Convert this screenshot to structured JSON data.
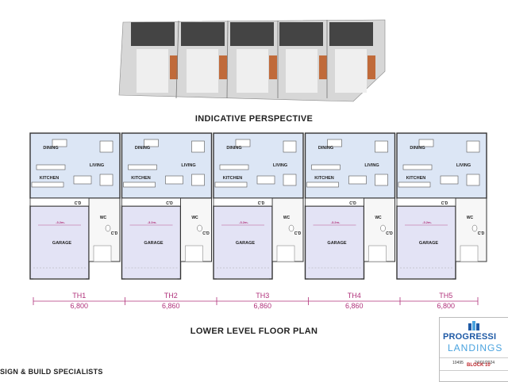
{
  "perspective_heading": "INDICATIVE PERSPECTIVE",
  "plan_heading": "LOWER LEVEL FLOOR PLAN",
  "footer_text": "SIGN & BUILD SPECIALISTS",
  "room_labels": {
    "dining": "DINING",
    "living": "LIVING",
    "kitchen": "KITCHEN",
    "garage": "GARAGE",
    "cd": "C'D",
    "wc": "WC",
    "lobby_dim": "-3.2m-"
  },
  "units": [
    {
      "name": "TH1",
      "width": "6,800"
    },
    {
      "name": "TH2",
      "width": "6,860"
    },
    {
      "name": "TH3",
      "width": "6,860"
    },
    {
      "name": "TH4",
      "width": "6,860"
    },
    {
      "name": "TH5",
      "width": "6,800"
    }
  ],
  "logo": {
    "line1": "PROGRESSI",
    "line2": "LANDINGS"
  },
  "title_block": {
    "job_no": "10495",
    "date": "24/01/2024",
    "block": "BLOCK 10"
  },
  "colors": {
    "living_fill": "#dce6f5",
    "garage_fill": "#e3e3f5",
    "wall": "#333333",
    "dim_line": "#b0307a",
    "brand_blue": "#1f5aa6"
  }
}
